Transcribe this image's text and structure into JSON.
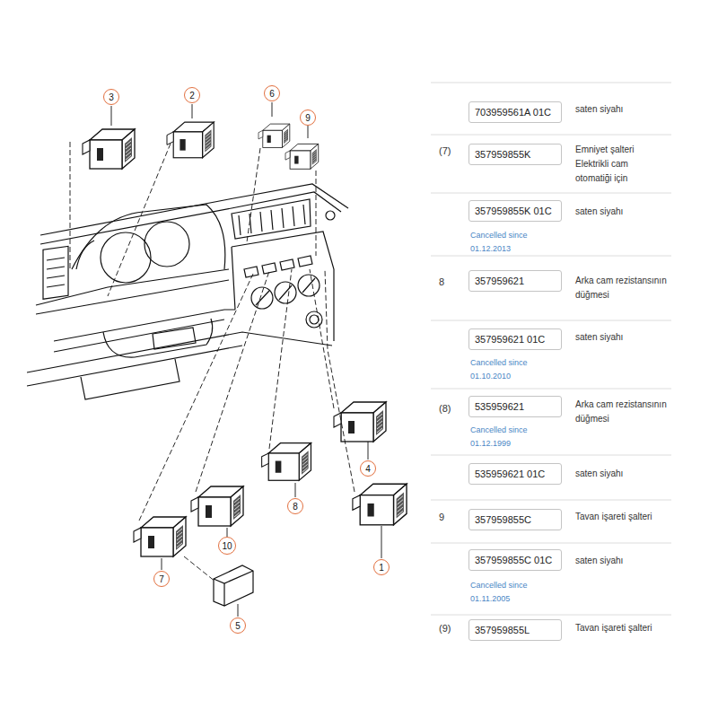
{
  "diagram": {
    "nodes": [
      {
        "text": [
          "3"
        ]
      },
      {
        "text": [
          "2"
        ]
      },
      {
        "text": [
          "6"
        ]
      },
      {
        "text": [
          "9"
        ]
      },
      {
        "text": [
          "4"
        ]
      },
      {
        "text": [
          "8"
        ]
      },
      {
        "text": [
          "10"
        ]
      },
      {
        "text": [
          "1"
        ]
      },
      {
        "text": [
          "7"
        ]
      },
      {
        "text": [
          "5"
        ]
      },
      {
        "text": [
          "703959561A 01C"
        ]
      },
      {
        "text": [
          "357959855K"
        ]
      },
      {
        "text": [
          "357959855K 01C"
        ]
      },
      {
        "text": [
          "357959621"
        ]
      },
      {
        "text": [
          "357959621 01C"
        ]
      },
      {
        "text": [
          "535959621"
        ]
      },
      {
        "text": [
          "535959621 01C"
        ]
      },
      {
        "text": [
          "357959855C"
        ]
      },
      {
        "text": [
          "357959855C 01C"
        ]
      },
      {
        "text": [
          "357959855L"
        ]
      }
    ],
    "labels": [
      "saten siyahı",
      "(7)",
      "Emniyet şalteri Elektrikli cam otomatiği için",
      "Cancelled since 01.12.2013",
      "saten siyahı",
      "8",
      "Arka cam rezistansının düğmesi",
      "Cancelled since 01.10.2010",
      "saten siyahı",
      "(8)",
      "Cancelled since 01.12.1999",
      "Arka cam rezistansının düğmesi",
      "saten siyahı",
      "9",
      "Tavan işareti şalteri",
      "Cancelled since 01.11.2005",
      "saten siyahı",
      "(9)",
      "Tavan işareti şalteri"
    ]
  }
}
